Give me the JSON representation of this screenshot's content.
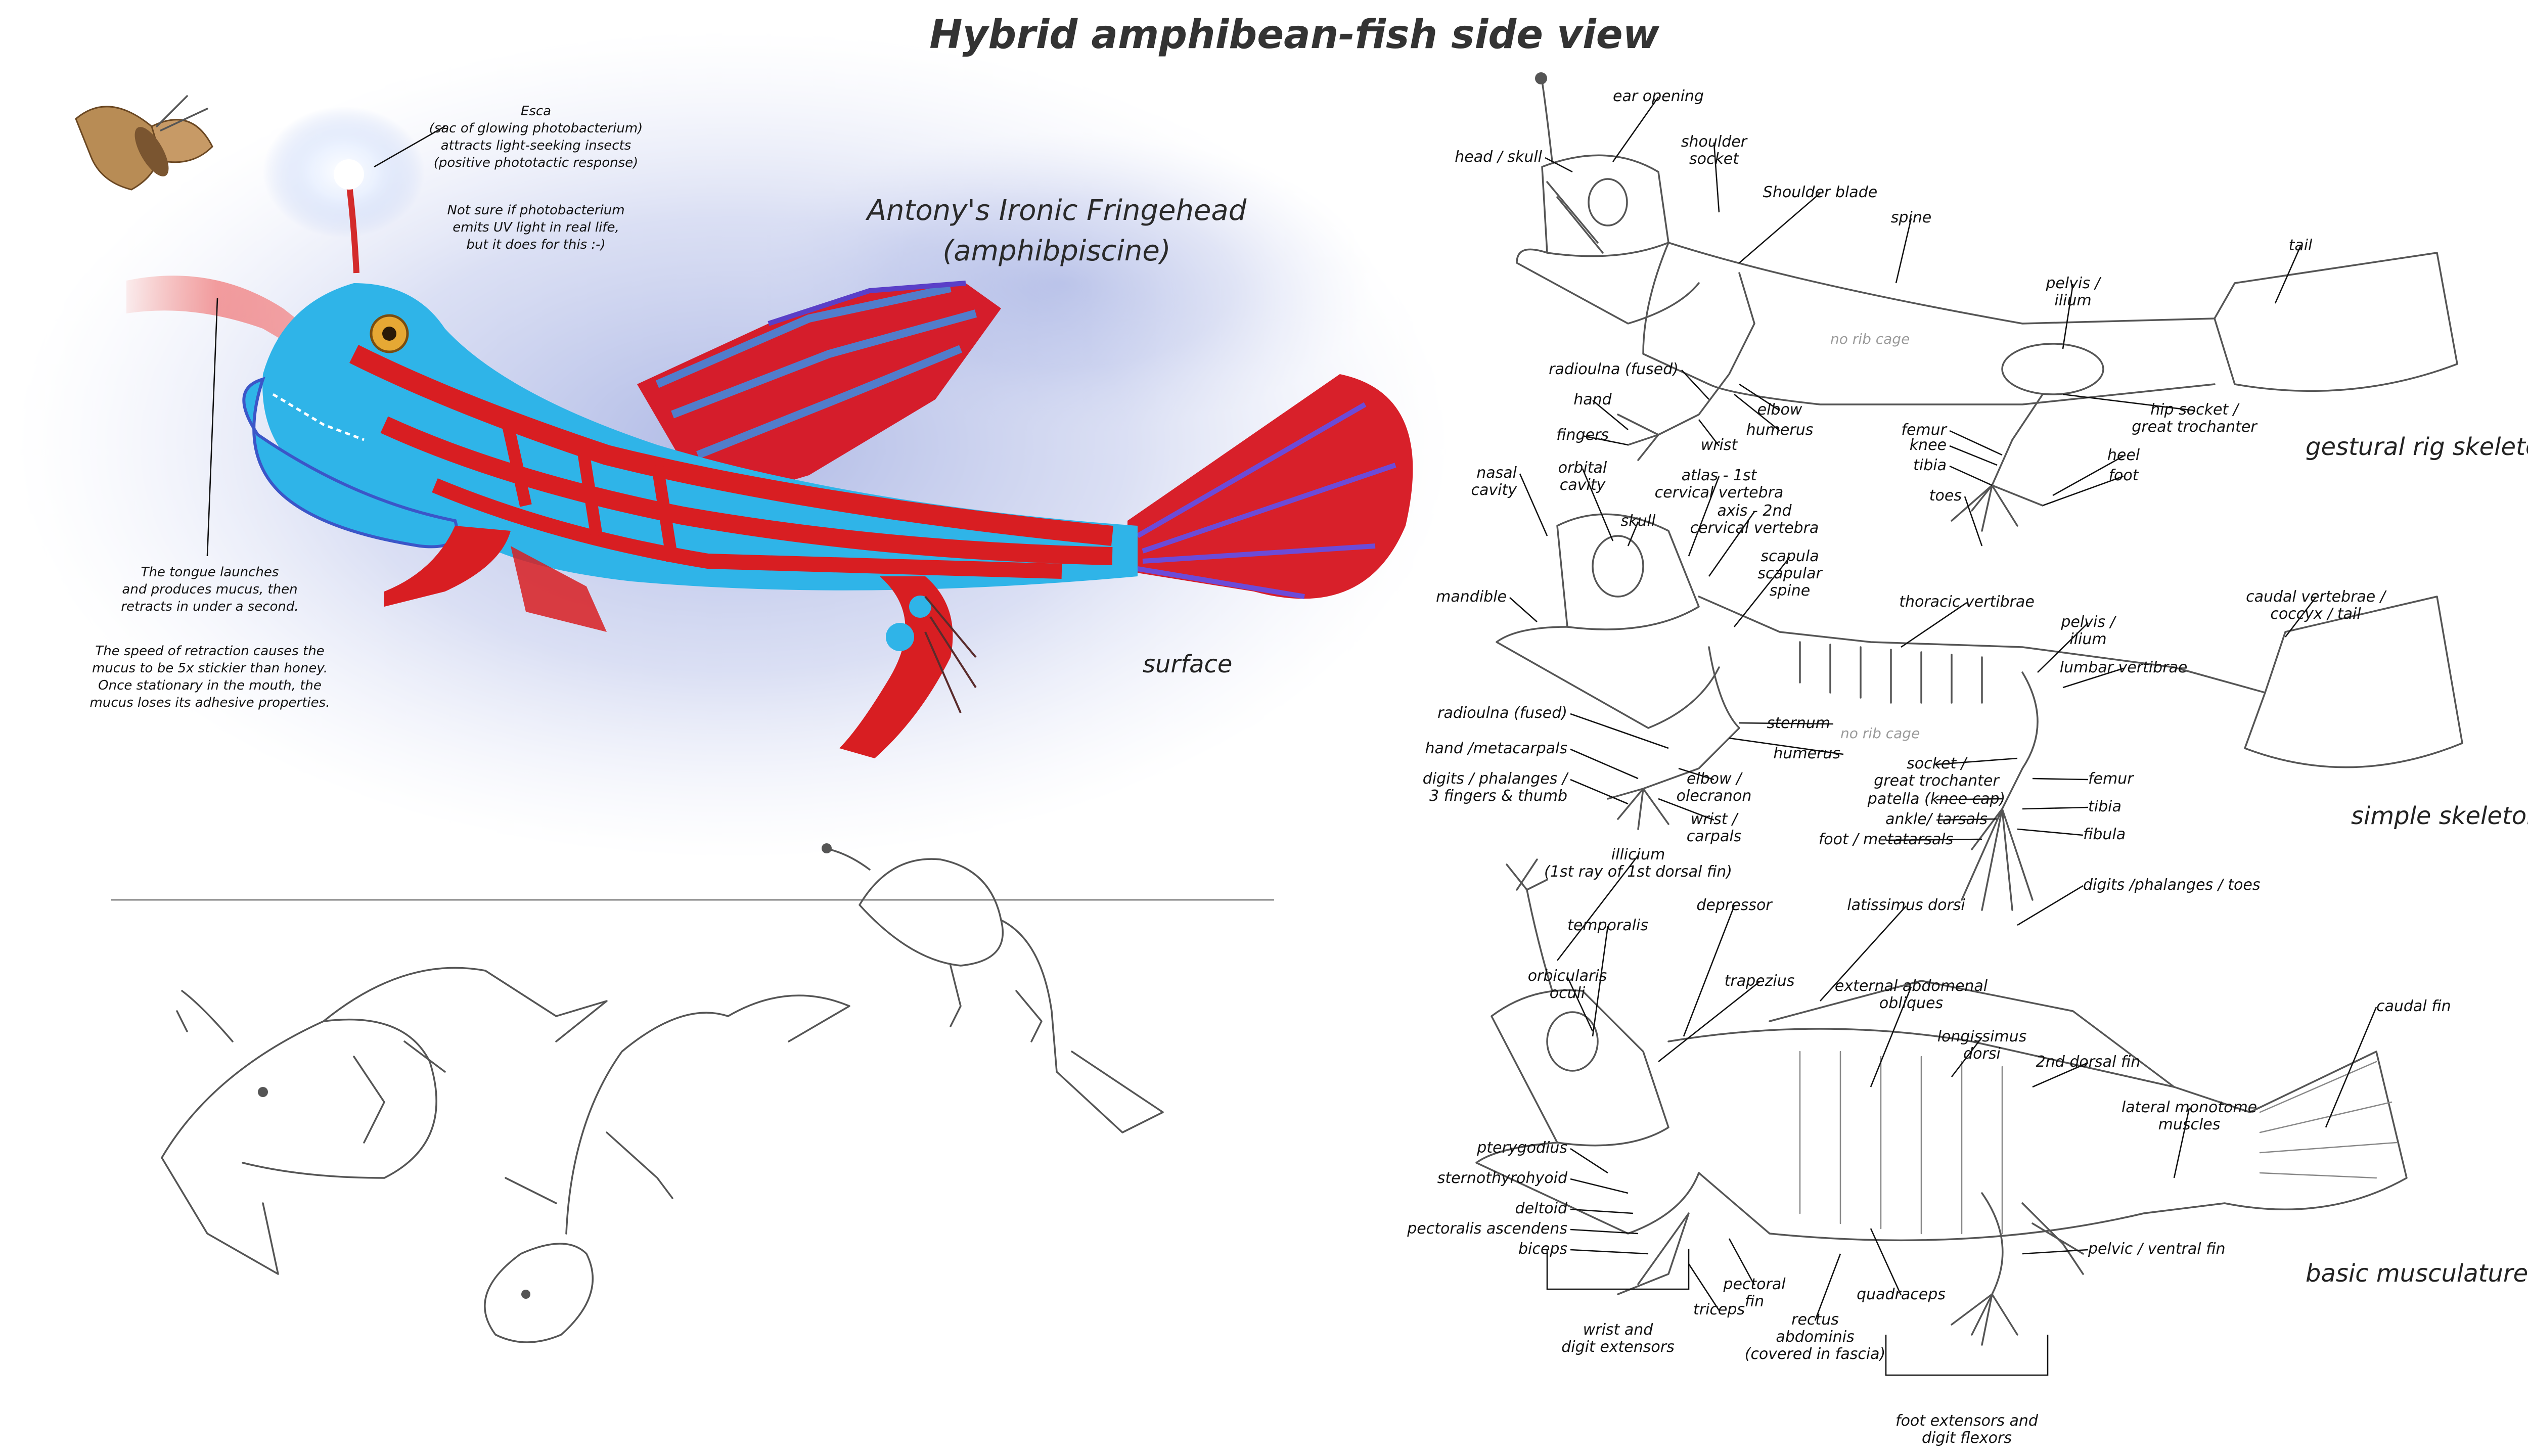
{
  "title": "Hybrid amphibean-fish side view",
  "creature": {
    "name": "Antony's Ironic Fringehead",
    "subtitle": "(amphibpiscine)",
    "surface_label": "surface"
  },
  "notes": {
    "esca": [
      "Esca",
      "(sac of glowing photobacterium)",
      "attracts light-seeking insects",
      "(positive phototactic response)"
    ],
    "photobacterium": [
      "Not sure if photobacterium",
      "emits UV light in real life,",
      "but it does for this :-)"
    ],
    "tongue": [
      "The tongue launches",
      "and produces mucus, then",
      "retracts in under a second.",
      "",
      "The speed of retraction causes the",
      "mucus to be 5x stickier than honey.",
      "Once stationary in the mouth, the",
      "mucus loses its adhesive properties."
    ]
  },
  "sections": {
    "gestural": "gestural rig skeleton",
    "simple": "simple skeleton",
    "muscle": "basic musculature"
  },
  "no_rib_cage": "no rib cage",
  "gestural_labels": [
    [
      "ear opening"
    ],
    [
      "head / skull"
    ],
    [
      "shoulder",
      "socket"
    ],
    [
      "Shoulder blade"
    ],
    [
      "spine"
    ],
    [
      "tail"
    ],
    [
      "pelvis /",
      "ilium"
    ],
    [
      "radioulna (fused)"
    ],
    [
      "hand"
    ],
    [
      "fingers"
    ],
    [
      "elbow"
    ],
    [
      "humerus"
    ],
    [
      "wrist"
    ],
    [
      "femur"
    ],
    [
      "knee"
    ],
    [
      "tibia"
    ],
    [
      "toes"
    ],
    [
      "hip socket /",
      "great trochanter"
    ],
    [
      "heel"
    ],
    [
      "foot"
    ]
  ],
  "simple_labels": [
    [
      "nasal",
      "cavity"
    ],
    [
      "orbital",
      "cavity"
    ],
    [
      "atlas - 1st",
      "cervical vertebra"
    ],
    [
      "axis - 2nd",
      "cervical vertebra"
    ],
    [
      "skull"
    ],
    [
      "scapula",
      "scapular",
      "spine"
    ],
    [
      "mandible"
    ],
    [
      "thoracic vertibrae"
    ],
    [
      "pelvis /",
      "ilium"
    ],
    [
      "caudal vertebrae /",
      "coccyx / tail"
    ],
    [
      "lumbar vertibrae"
    ],
    [
      "radioulna (fused)"
    ],
    [
      "sternum"
    ],
    [
      "hand /metacarpals"
    ],
    [
      "humerus"
    ],
    [
      "digits / phalanges /",
      "3 fingers & thumb"
    ],
    [
      "elbow /",
      "olecranon"
    ],
    [
      "socket /",
      "great trochanter"
    ],
    [
      "patella (knee cap)"
    ],
    [
      "femur"
    ],
    [
      "tibia"
    ],
    [
      "ankle/ tarsals"
    ],
    [
      "wrist /",
      "carpals"
    ],
    [
      "fibula"
    ],
    [
      "foot / metatarsals"
    ],
    [
      "digits /phalanges / toes"
    ]
  ],
  "muscle_labels": [
    [
      "illicium",
      "(1st ray of 1st dorsal fin)"
    ],
    [
      "temporalis"
    ],
    [
      "depressor"
    ],
    [
      "latissimus dorsi"
    ],
    [
      "orbicularis",
      "oculi"
    ],
    [
      "trapezius"
    ],
    [
      "external abdomenal",
      "obliques"
    ],
    [
      "longissimus",
      "dorsi"
    ],
    [
      "2nd dorsal fin"
    ],
    [
      "caudal fin"
    ],
    [
      "lateral monotome",
      "muscles"
    ],
    [
      "pterygodius"
    ],
    [
      "sternothyrohyoid"
    ],
    [
      "deltoid"
    ],
    [
      "pectoralis ascendens"
    ],
    [
      "biceps"
    ],
    [
      "pectoral",
      "fin"
    ],
    [
      "quadraceps"
    ],
    [
      "pelvic / ventral fin"
    ],
    [
      "rectus",
      "abdominis",
      "(covered in fascia)"
    ],
    [
      "triceps"
    ],
    [
      "wrist and",
      "digit extensors"
    ],
    [
      "foot extensors and",
      "digit flexors"
    ]
  ],
  "colors": {
    "body_blue": "#2fb4e8",
    "stripe_red": "#d81e22",
    "fin_purple": "#5a3fc8",
    "wash_blue": "#8a9ad8"
  }
}
